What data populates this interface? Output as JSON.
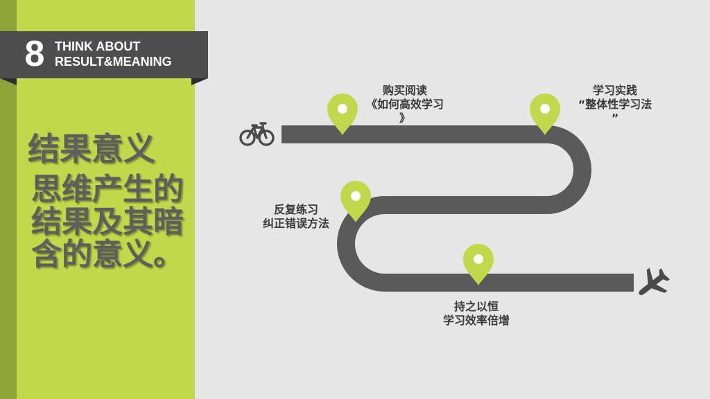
{
  "header": {
    "number": "8",
    "line1": "THINK ABOUT",
    "line2": "RESULT&MEANING"
  },
  "title": "结果意义",
  "body": "思维产生的结果及其暗含的意义。",
  "milestones": [
    {
      "lines": [
        "购买阅读",
        "《如何高效学习",
        "》"
      ]
    },
    {
      "lines": [
        "学习实践",
        "“整体性学习法",
        "”"
      ]
    },
    {
      "lines": [
        "反复练习",
        "纠正错误方法"
      ]
    },
    {
      "lines": [
        "持之以恒",
        "学习效率倍增"
      ]
    }
  ],
  "icons": {
    "start": "bicycle-icon",
    "end": "airplane-icon",
    "marker": "map-pin-icon"
  },
  "colors": {
    "accent": "#c1d84a",
    "accent_dark": "#8ea338",
    "road": "#5a5a5a",
    "background": "#e6e6e6",
    "header_band": "#4e4e4e"
  }
}
